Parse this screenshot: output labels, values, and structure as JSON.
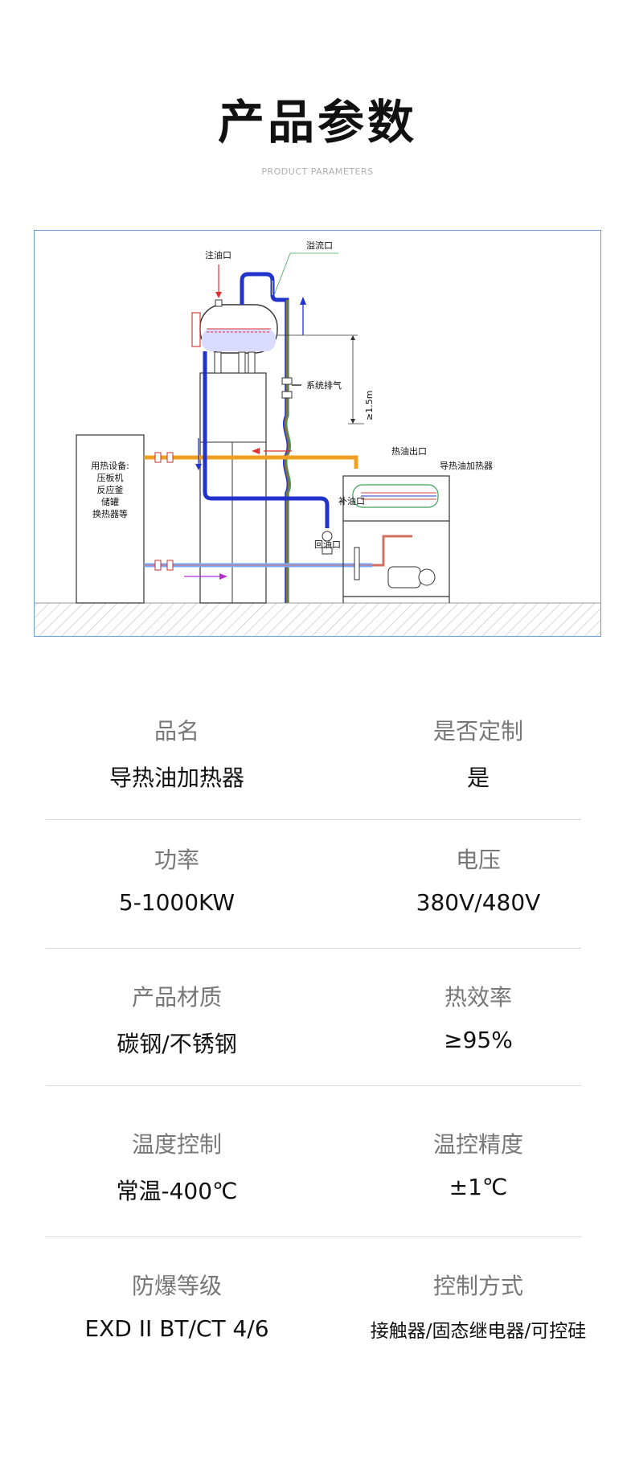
{
  "header": {
    "title": "产品参数",
    "subtitle": "PRODUCT PARAMETERS"
  },
  "diagram": {
    "labels": {
      "fill_port": "注油口",
      "overflow_port": "溢流口",
      "system_vent": "系统排气",
      "height": "≥1.5m",
      "oil_outlet": "热油出口",
      "heater": "导热油加热器",
      "makeup_port": "补油口",
      "return_port": "回油口",
      "equipment_1": "用热设备:",
      "equipment_2": "压板机",
      "equipment_3": "反应釜",
      "equipment_4": "储罐",
      "equipment_5": "换热器等"
    }
  },
  "params": [
    {
      "left": {
        "key": "品名",
        "value": "导热油加热器"
      },
      "right": {
        "key": "是否定制",
        "value": "是"
      }
    },
    {
      "left": {
        "key": "功率",
        "value": "5-1000KW"
      },
      "right": {
        "key": "电压",
        "value": "380V/480V"
      }
    },
    {
      "left": {
        "key": "产品材质",
        "value": "碳钢/不锈钢"
      },
      "right": {
        "key": "热效率",
        "value": "≥95%"
      }
    },
    {
      "left": {
        "key": "温度控制",
        "value": "常温-400℃"
      },
      "right": {
        "key": "温控精度",
        "value": "±1℃"
      }
    },
    {
      "left": {
        "key": "防爆等级",
        "value": "EXD II BT/CT  4/6"
      },
      "right": {
        "key": "控制方式",
        "value": "接触器/固态继电器/可控硅"
      }
    }
  ]
}
